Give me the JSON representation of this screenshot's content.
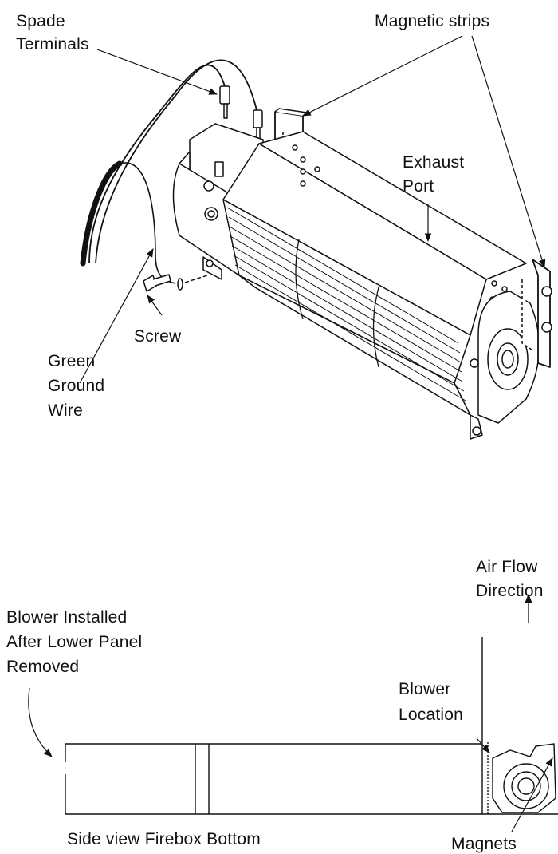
{
  "top_diagram": {
    "labels": {
      "spade_terminals_1": "Spade",
      "spade_terminals_2": "Terminals",
      "magnetic_strips": "Magnetic strips",
      "exhaust_port_1": "Exhaust",
      "exhaust_port_2": "Port",
      "screw": "Screw",
      "green_ground_wire_1": "Green",
      "green_ground_wire_2": "Ground",
      "green_ground_wire_3": "Wire"
    }
  },
  "bottom_diagram": {
    "labels": {
      "air_flow_1": "Air Flow",
      "air_flow_2": "Direction",
      "blower_installed_1": "Blower Installed",
      "blower_installed_2": "After Lower Panel",
      "blower_installed_3": "Removed",
      "blower_location_1": "Blower",
      "blower_location_2": "Location",
      "firebox_bottom": "Side view Firebox Bottom",
      "magnets": "Magnets"
    }
  },
  "colors": {
    "ink": "#111111",
    "background": "#ffffff"
  }
}
